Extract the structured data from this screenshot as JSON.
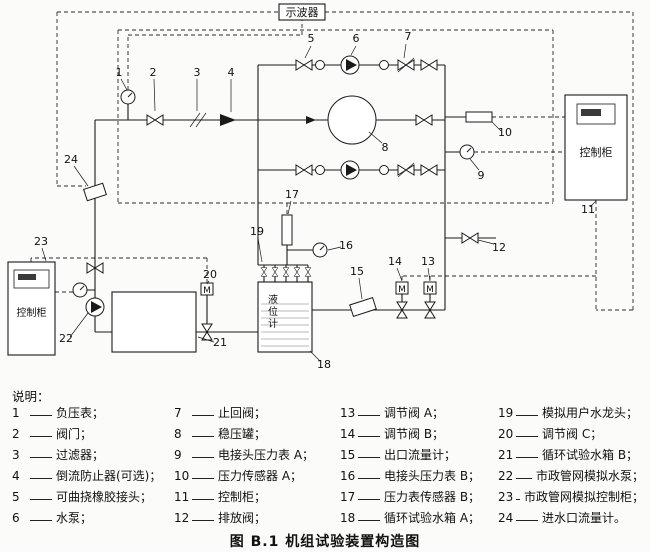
{
  "caption": "图 B.1  机组试验装置构造图",
  "legend_title": "说明：",
  "colors": {
    "ink": "#1a1a1a",
    "paper": "#fbfbf9"
  },
  "diagram": {
    "oscilloscope": "示波器",
    "cabinet_right": "控制柜",
    "cabinet_left": "控制柜",
    "tank_level_gauge": "液位计",
    "motor": "M",
    "callouts": [
      "1",
      "2",
      "3",
      "4",
      "5",
      "6",
      "7",
      "8",
      "9",
      "10",
      "11",
      "12",
      "13",
      "14",
      "15",
      "16",
      "17",
      "18",
      "19",
      "20",
      "21",
      "22",
      "23",
      "24"
    ]
  },
  "legend": [
    {
      "num": "1",
      "label": "负压表；"
    },
    {
      "num": "2",
      "label": "阀门；"
    },
    {
      "num": "3",
      "label": "过滤器；"
    },
    {
      "num": "4",
      "label": "倒流防止器(可选)；"
    },
    {
      "num": "5",
      "label": "可曲挠橡胶接头；"
    },
    {
      "num": "6",
      "label": "水泵；"
    },
    {
      "num": "7",
      "label": "止回阀；"
    },
    {
      "num": "8",
      "label": "稳压罐；"
    },
    {
      "num": "9",
      "label": "电接头压力表 A；"
    },
    {
      "num": "10",
      "label": "压力传感器 A；"
    },
    {
      "num": "11",
      "label": "控制柜；"
    },
    {
      "num": "12",
      "label": "排放阀；"
    },
    {
      "num": "13",
      "label": "调节阀 A；"
    },
    {
      "num": "14",
      "label": "调节阀 B；"
    },
    {
      "num": "15",
      "label": "出口流量计；"
    },
    {
      "num": "16",
      "label": "电接头压力表 B；"
    },
    {
      "num": "17",
      "label": "压力表传感器 B；"
    },
    {
      "num": "18",
      "label": "循环试验水箱 A；"
    },
    {
      "num": "19",
      "label": "模拟用户水龙头；"
    },
    {
      "num": "20",
      "label": "调节阀 C；"
    },
    {
      "num": "21",
      "label": "循环试验水箱 B；"
    },
    {
      "num": "22",
      "label": "市政管网模拟水泵；"
    },
    {
      "num": "23",
      "label": "市政管网模拟控制柜；"
    },
    {
      "num": "24",
      "label": "进水口流量计。"
    }
  ]
}
